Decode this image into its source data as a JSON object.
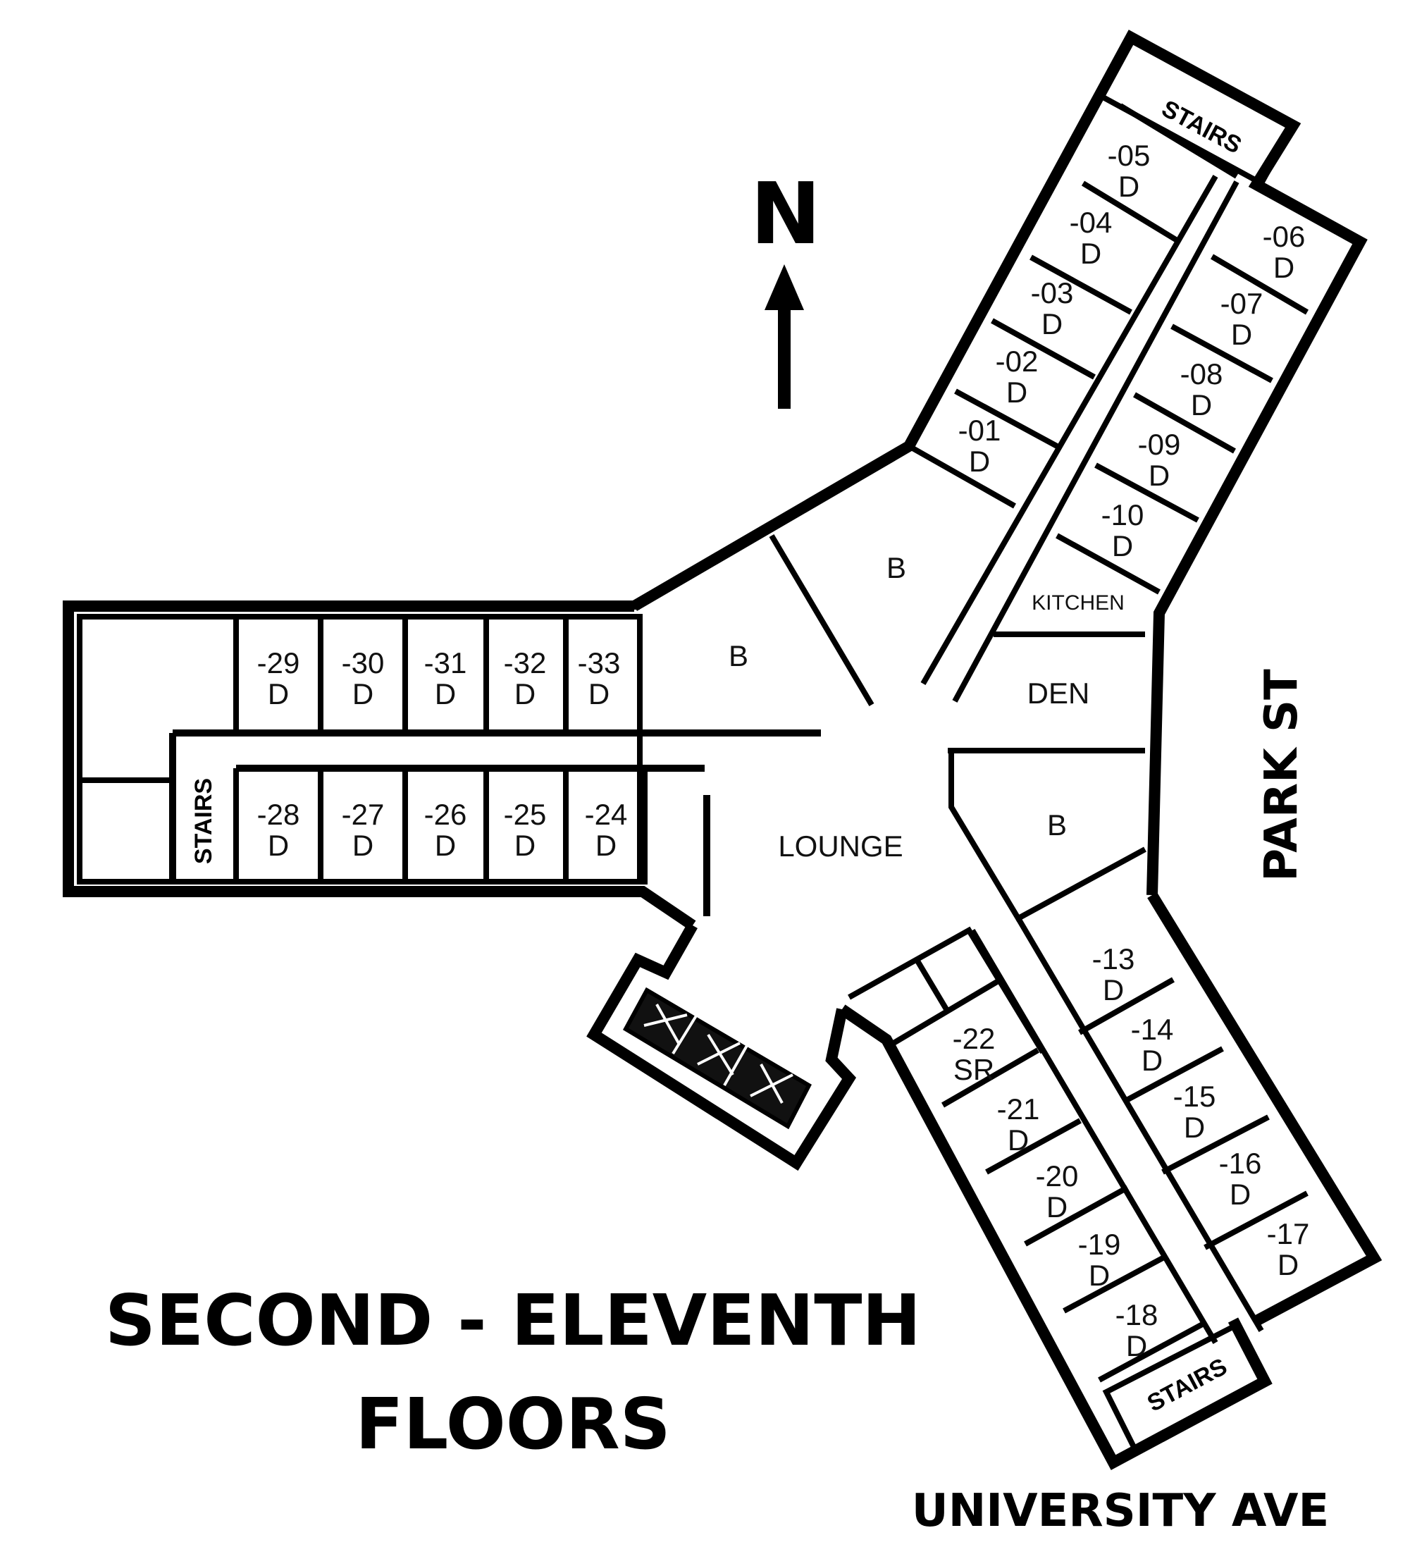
{
  "compass": {
    "label": "N",
    "icon": "north-arrow-icon"
  },
  "title": {
    "line1": "SECOND - ELEVENTH",
    "line2": "FLOORS"
  },
  "streets": {
    "east": "PARK ST",
    "south": "UNIVERSITY AVE"
  },
  "stairs_label": "STAIRS",
  "common": {
    "kitchen": "KITCHEN",
    "den": "DEN",
    "lounge": "LOUNGE",
    "bathroom": "B"
  },
  "rooms": [
    {
      "number": "-01",
      "type": "D"
    },
    {
      "number": "-02",
      "type": "D"
    },
    {
      "number": "-03",
      "type": "D"
    },
    {
      "number": "-04",
      "type": "D"
    },
    {
      "number": "-05",
      "type": "D"
    },
    {
      "number": "-06",
      "type": "D"
    },
    {
      "number": "-07",
      "type": "D"
    },
    {
      "number": "-08",
      "type": "D"
    },
    {
      "number": "-09",
      "type": "D"
    },
    {
      "number": "-10",
      "type": "D"
    },
    {
      "number": "-13",
      "type": "D"
    },
    {
      "number": "-14",
      "type": "D"
    },
    {
      "number": "-15",
      "type": "D"
    },
    {
      "number": "-16",
      "type": "D"
    },
    {
      "number": "-17",
      "type": "D"
    },
    {
      "number": "-18",
      "type": "D"
    },
    {
      "number": "-19",
      "type": "D"
    },
    {
      "number": "-20",
      "type": "D"
    },
    {
      "number": "-21",
      "type": "D"
    },
    {
      "number": "-22",
      "type": "SR"
    },
    {
      "number": "-24",
      "type": "D"
    },
    {
      "number": "-25",
      "type": "D"
    },
    {
      "number": "-26",
      "type": "D"
    },
    {
      "number": "-27",
      "type": "D"
    },
    {
      "number": "-28",
      "type": "D"
    },
    {
      "number": "-29",
      "type": "D"
    },
    {
      "number": "-30",
      "type": "D"
    },
    {
      "number": "-31",
      "type": "D"
    },
    {
      "number": "-32",
      "type": "D"
    },
    {
      "number": "-33",
      "type": "D"
    }
  ]
}
